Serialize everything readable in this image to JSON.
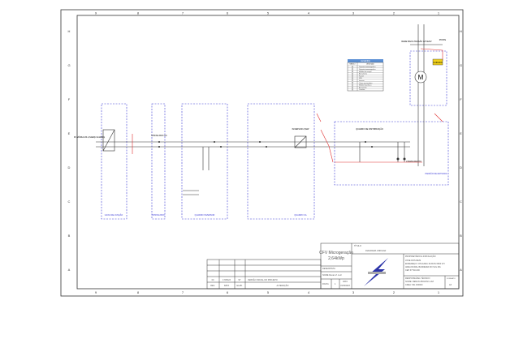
{
  "columns": [
    "9",
    "8",
    "7",
    "6",
    "5",
    "4",
    "3",
    "2",
    "1"
  ],
  "rows": [
    "H",
    "G",
    "F",
    "E",
    "D",
    "C",
    "B",
    "A"
  ],
  "colors": {
    "frame": "#333333",
    "blue": "#3b3bd6",
    "red": "#e03030",
    "yellow": "#f2d21b",
    "bolt": "#2b33a8"
  },
  "legend": {
    "title": "LEGENDA",
    "headers": [
      "SÍMBOLO",
      "DESCRIÇÃO"
    ],
    "items": [
      "Disjuntor termomagnético",
      "Disjuntor termomagnético",
      "Medidor de energia",
      "Aterramento",
      "Fusível",
      "DPS",
      "Inversor",
      "Chave seccionadora",
      "Módulo fotovoltaico",
      "Barramento",
      "Condutor"
    ]
  },
  "labels": {
    "pv": "FV MÓDULOS 2,64kWp 6x440Wp",
    "string_box": "STRING BOX CC",
    "inverter": "INVERSOR 2,5kW",
    "qd": "QUADRO DE DISTRIBUIÇÃO",
    "meter": "M",
    "network": "REDE BAIXA TENSÃO 127/220V",
    "pole": "POSTE",
    "warning": "CUIDADO",
    "ground": "ATERRAMENTO",
    "cabinet": "PADRÃO DE ENTRADA",
    "box1": "CAIXA DE JUNÇÃO",
    "box2": "STRING BOX",
    "box3": "QUADRO INVERSOR",
    "box4": "QUADRO CA"
  },
  "title_block": {
    "system": "CFV Microgeração",
    "power": "2,64kWp",
    "title_label": "TÍTULO",
    "title": "DIAGRAMA UNIFILAR",
    "owner_label": "PROPRIETÁRIO E INSTALAÇÃO",
    "owner": "JOSE DOS REIS",
    "address": "ENDEREÇO: CHACARA 15 ATAS 6600 CH",
    "area": "AREA RURAL BANDEIRA DO SUL MG",
    "cep": "CEP 37740-000",
    "drafter_label": "DESENHISTA",
    "drafter": "NOME Renan Z. Luiz",
    "sheet_label": "FOLHA",
    "sheet": "1",
    "date_label": "DATA",
    "date": "15/06/2023",
    "resp_label": "RESPONSÁVEL TÉCNICO",
    "resp_name": "NOME: RENAN ZINGONI LUIZ",
    "crea": "CREA: MG 000000",
    "format_label": "FORMATO",
    "format": "A3"
  },
  "revisions": {
    "headers": [
      "REV.",
      "DATA",
      "ELAB.",
      "ALTERAÇÃO"
    ],
    "rows": [
      {
        "rev": "00",
        "date": "17/05/23",
        "by": "ST",
        "desc": "VERSÃO INICIAL DO PROJETO"
      }
    ]
  }
}
